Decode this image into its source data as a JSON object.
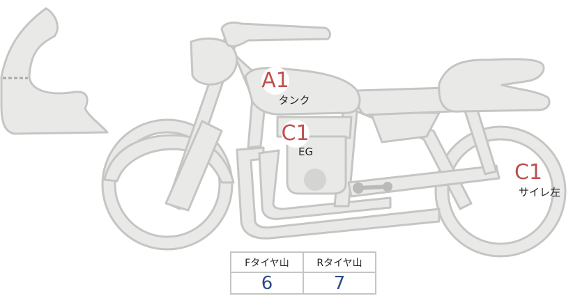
{
  "markers": [
    {
      "grade": "A1",
      "label": "タンク"
    },
    {
      "grade": "C1",
      "label": "EG"
    },
    {
      "grade": "C1",
      "label": "サイレ左"
    }
  ],
  "tread_table": {
    "front_header": "Fタイヤ山",
    "rear_header": "Rタイヤ山",
    "front_value": "6",
    "rear_value": "7"
  },
  "colors": {
    "part_fill": "#e9eae8",
    "part_stroke": "#c4c6c3",
    "grade_text": "#c0504d",
    "value_text": "#2c4a8a"
  }
}
